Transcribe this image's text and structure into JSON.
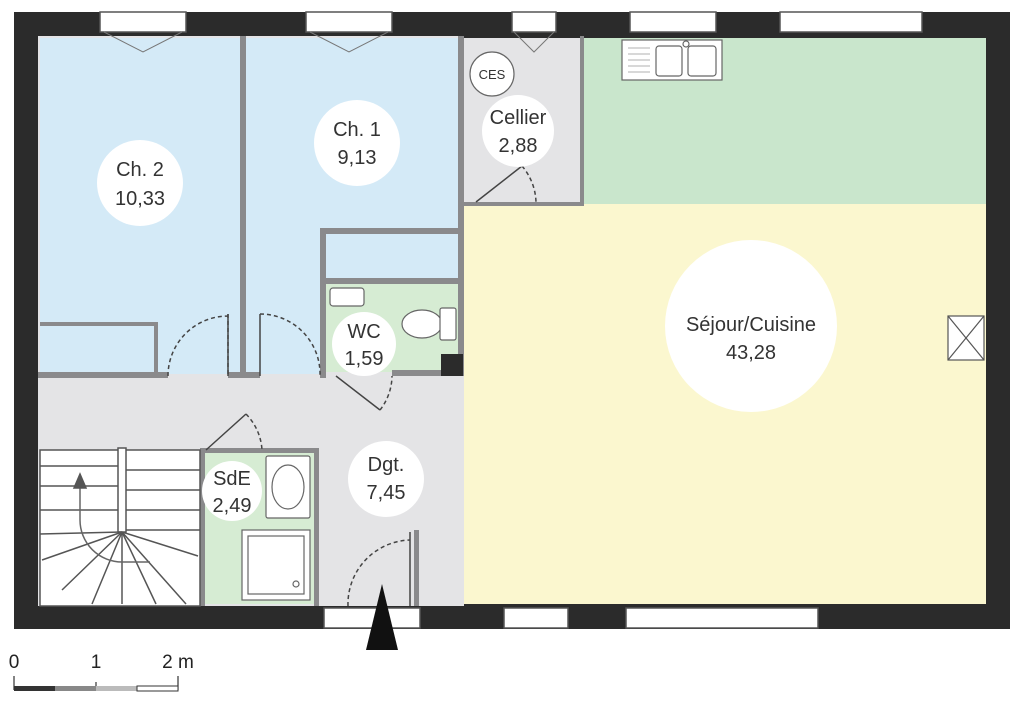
{
  "plan": {
    "rooms": [
      {
        "id": "ch2",
        "name": "Ch. 2",
        "area": "10,33"
      },
      {
        "id": "ch1",
        "name": "Ch. 1",
        "area": "9,13"
      },
      {
        "id": "cellier",
        "name": "Cellier",
        "area": "2,88"
      },
      {
        "id": "wc",
        "name": "WC",
        "area": "1,59"
      },
      {
        "id": "sde",
        "name": "SdE",
        "area": "2,49"
      },
      {
        "id": "dgt",
        "name": "Dgt.",
        "area": "7,45"
      },
      {
        "id": "sejour",
        "name": "Séjour/Cuisine",
        "area": "43,28"
      }
    ],
    "equipment": {
      "ces_label": "CES"
    },
    "scale": {
      "ticks": [
        "0",
        "1",
        "2 m"
      ]
    },
    "colors": {
      "wall": "#2b2b2b",
      "bedroom": "#d4eaf7",
      "wet_room": "#d6ecd3",
      "kitchen": "#c9e6cc",
      "living": "#fbf7cf",
      "circulation": "#e4e4e6",
      "partition": "#8a8a8c",
      "label_disc": "#ffffff"
    }
  }
}
